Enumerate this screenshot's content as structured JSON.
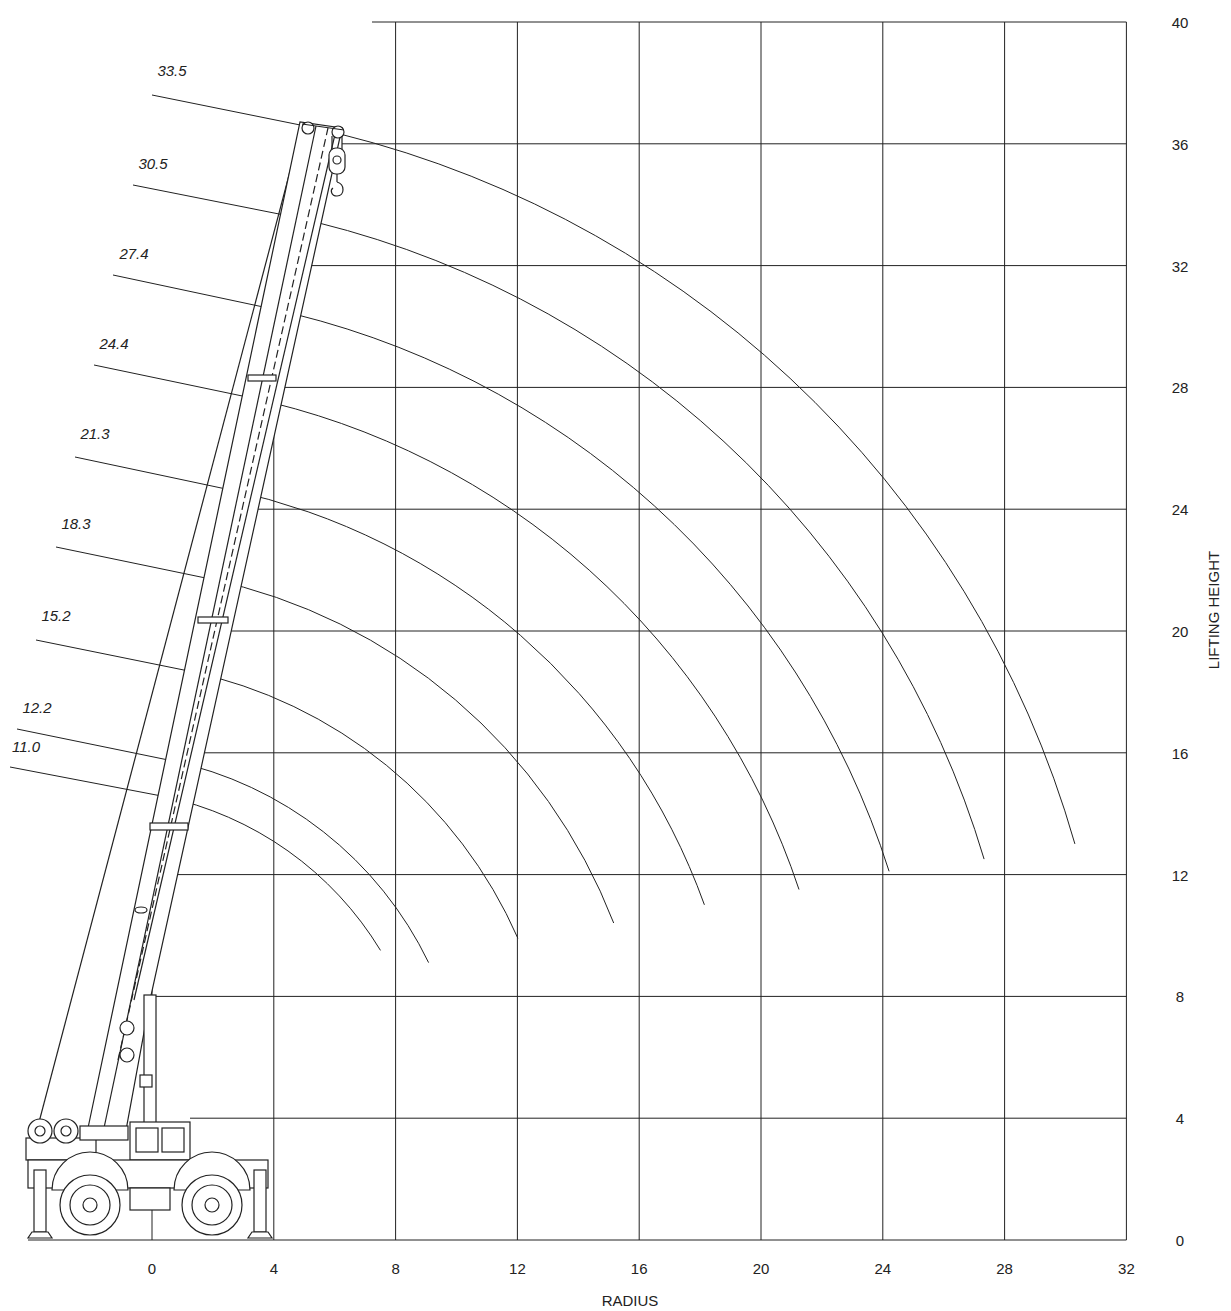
{
  "diagram": {
    "labels": [
      "33.5",
      "30.5",
      "27.4",
      "24.4",
      "21.3",
      "18.3",
      "15.2",
      "12.2",
      "11.0",
      "0",
      "4",
      "8",
      "12",
      "16",
      "20",
      "24",
      "28",
      "32",
      "0",
      "4",
      "8",
      "12",
      "16",
      "20",
      "24",
      "28",
      "32",
      "36",
      "40",
      "RADIUS",
      "LIFTING HEIGHT"
    ]
  }
}
